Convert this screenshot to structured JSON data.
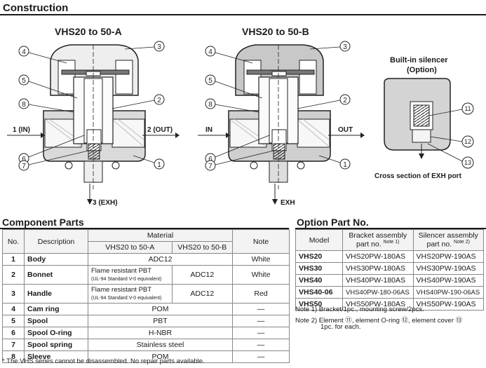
{
  "section_title": "Construction",
  "figures": {
    "a_title": "VHS20 to 50-A",
    "b_title": "VHS20 to 50-B",
    "silencer_title": "Built-in silencer",
    "silencer_option": "(Option)",
    "a_in": "1 (IN)",
    "a_out": "2 (OUT)",
    "a_exh": "3 (EXH)",
    "b_in": "IN",
    "b_out": "OUT",
    "b_exh": "EXH",
    "cross_section": "Cross section of EXH port",
    "callouts": [
      "1",
      "2",
      "3",
      "4",
      "5",
      "6",
      "7",
      "8"
    ],
    "silencer_callouts": [
      "11",
      "12",
      "13"
    ]
  },
  "component": {
    "title": "Component Parts",
    "headers": {
      "no": "No.",
      "desc": "Description",
      "material": "Material",
      "mat_a": "VHS20 to 50-A",
      "mat_b": "VHS20 to 50-B",
      "note": "Note"
    },
    "rows": [
      {
        "no": "1",
        "desc": "Body",
        "mat": "ADC12",
        "note": "White"
      },
      {
        "no": "2",
        "desc": "Bonnet",
        "mat_a": "Flame resistant PBT",
        "mat_a_sub": "(UL-94 Standard V-0 equivalent)",
        "mat_b": "ADC12",
        "note": "White"
      },
      {
        "no": "3",
        "desc": "Handle",
        "mat_a": "Flame resistant PBT",
        "mat_a_sub": "(UL-94 Standard V-0 equivalent)",
        "mat_b": "ADC12",
        "note": "Red"
      },
      {
        "no": "4",
        "desc": "Cam ring",
        "mat": "POM",
        "note": "—"
      },
      {
        "no": "5",
        "desc": "Spool",
        "mat": "PBT",
        "note": "—"
      },
      {
        "no": "6",
        "desc": "Spool O-ring",
        "mat": "H-NBR",
        "note": "—"
      },
      {
        "no": "7",
        "desc": "Spool spring",
        "mat": "Stainless steel",
        "note": "—"
      },
      {
        "no": "8",
        "desc": "Sleeve",
        "mat": "POM",
        "note": "—"
      }
    ],
    "footnote": "* The VHS series cannot be disassembled. No repair parts available."
  },
  "option": {
    "title": "Option Part No.",
    "headers": {
      "model": "Model",
      "bracket": "Bracket assembly",
      "bracket_sub": "part no.",
      "bracket_note": "Note 1)",
      "silencer": "Silencer assembly",
      "silencer_sub": "part no.",
      "silencer_note": "Note 2)"
    },
    "rows": [
      {
        "model": "VHS20",
        "bracket": "VHS20PW-180AS",
        "silencer": "VHS20PW-190AS"
      },
      {
        "model": "VHS30",
        "bracket": "VHS30PW-180AS",
        "silencer": "VHS30PW-190AS"
      },
      {
        "model": "VHS40",
        "bracket": "VHS40PW-180AS",
        "silencer": "VHS40PW-190AS"
      },
      {
        "model": "VHS40-06",
        "bracket": "VHS40PW-180-06AS",
        "silencer": "VHS40PW-190-06AS"
      },
      {
        "model": "VHS50",
        "bracket": "VHS50PW-180AS",
        "silencer": "VHS50PW-190AS"
      }
    ],
    "note1": "Note 1) Bracket/1pc., mounting screw/2pcs.",
    "note2": "Note 2) Element ⑪, element O-ring ⑫, element cover ⑬",
    "note2b": "1pc. for each."
  }
}
